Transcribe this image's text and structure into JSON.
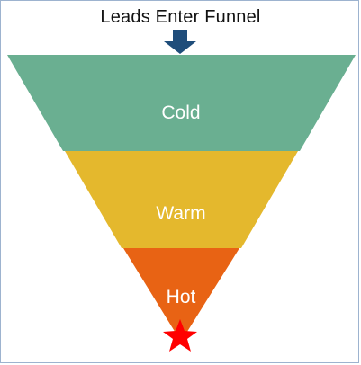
{
  "diagram": {
    "title": "Leads Enter Funnel",
    "stages": [
      {
        "label": "Cold",
        "color": "#6aaf91"
      },
      {
        "label": "Warm",
        "color": "#e4b82d"
      },
      {
        "label": "Hot",
        "color": "#e86314"
      }
    ],
    "arrow_color": "#1f4d7a",
    "star_color": "#ff0000",
    "frame_color": "#9db3cf",
    "label_color": "#ffffff"
  }
}
